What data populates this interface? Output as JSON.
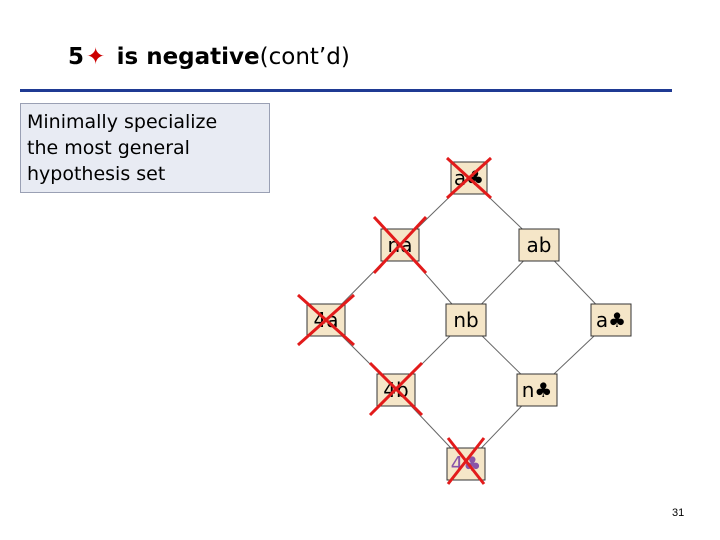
{
  "title": {
    "number": "5",
    "star": "✦",
    "bold_text": "is negative",
    "rest_text": "(cont’d)"
  },
  "callout": {
    "lines": [
      "Minimally specialize",
      "the most general",
      "hypothesis set"
    ]
  },
  "nodes": [
    {
      "id": "aa",
      "label": "a♣",
      "crossed": true
    },
    {
      "id": "na",
      "label": "na",
      "crossed": true
    },
    {
      "id": "ab",
      "label": "ab",
      "crossed": false
    },
    {
      "id": "4a",
      "label": "4a",
      "crossed": true
    },
    {
      "id": "nb",
      "label": "nb",
      "crossed": false
    },
    {
      "id": "ac",
      "label": "a♣",
      "crossed": false
    },
    {
      "id": "4b",
      "label": "4b",
      "crossed": true
    },
    {
      "id": "nc",
      "label": "n♣",
      "crossed": false
    },
    {
      "id": "4c",
      "label": "4♣",
      "crossed": true
    }
  ],
  "page_number": "31",
  "colors": {
    "node_fill": "#f5e6c8",
    "node_border": "#333333",
    "cross": "#e21b1b",
    "edge": "#666666",
    "rule": "#1f3a93",
    "bottom_label": "#8a55a8"
  }
}
